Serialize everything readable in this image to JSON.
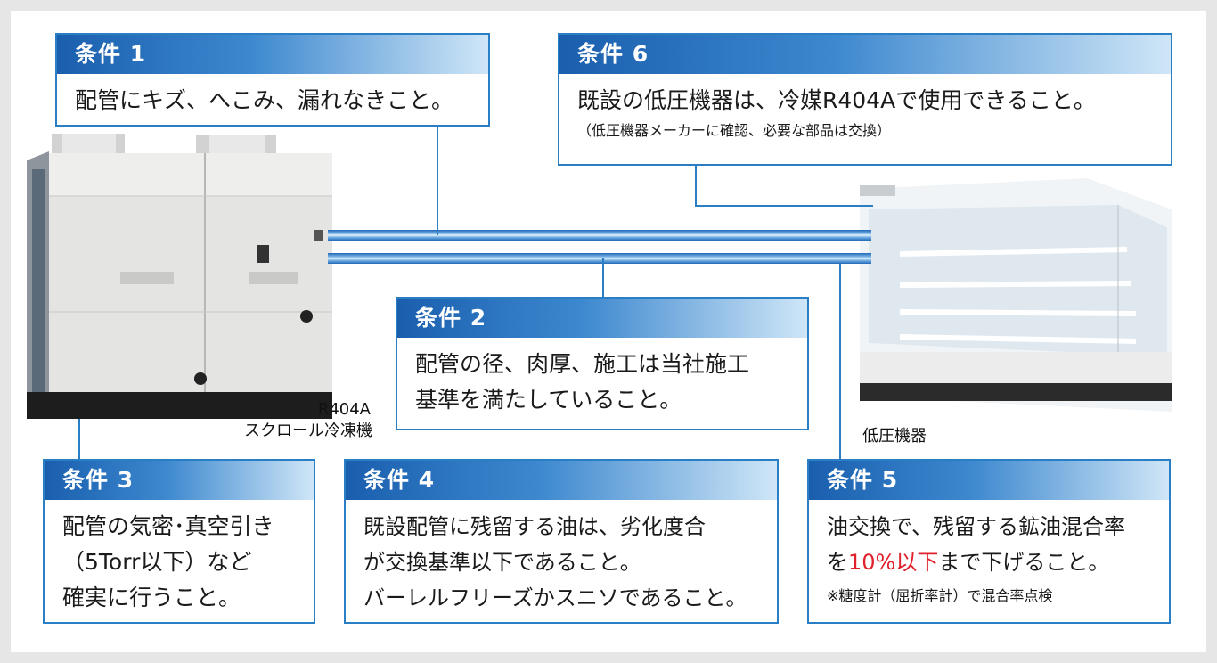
{
  "conditions": {
    "c1": {
      "title": "条件 1",
      "lines": [
        "配管にキズ、へこみ、漏れなきこと。"
      ]
    },
    "c2": {
      "title": "条件 2",
      "lines": [
        "配管の径、肉厚、施工は当社施工",
        "基準を満たしていること。"
      ]
    },
    "c3": {
      "title": "条件 3",
      "lines": [
        "配管の気密･真空引き",
        "（5Torr以下）など",
        "確実に行うこと。"
      ]
    },
    "c4": {
      "title": "条件 4",
      "lines": [
        "既設配管に残留する油は、劣化度合",
        "が交換基準以下であること。",
        "バーレルフリーズかスニソであること。"
      ]
    },
    "c5": {
      "title": "条件 5",
      "line1": "油交換で、残留する鉱油混合率",
      "line2_pre": "を",
      "line2_red": "10%以下",
      "line2_post": "まで下げること。",
      "note": "※糖度計（屈折率計）で混合率点検"
    },
    "c6": {
      "title": "条件 6",
      "line1": "既設の低圧機器は、冷媒R404Aで使用できること。",
      "note": "（低圧機器メーカーに確認、必要な部品は交換）"
    }
  },
  "labels": {
    "unit_line1": "R404A",
    "unit_line2": "スクロール冷凍機",
    "showcase": "低圧機器"
  }
}
